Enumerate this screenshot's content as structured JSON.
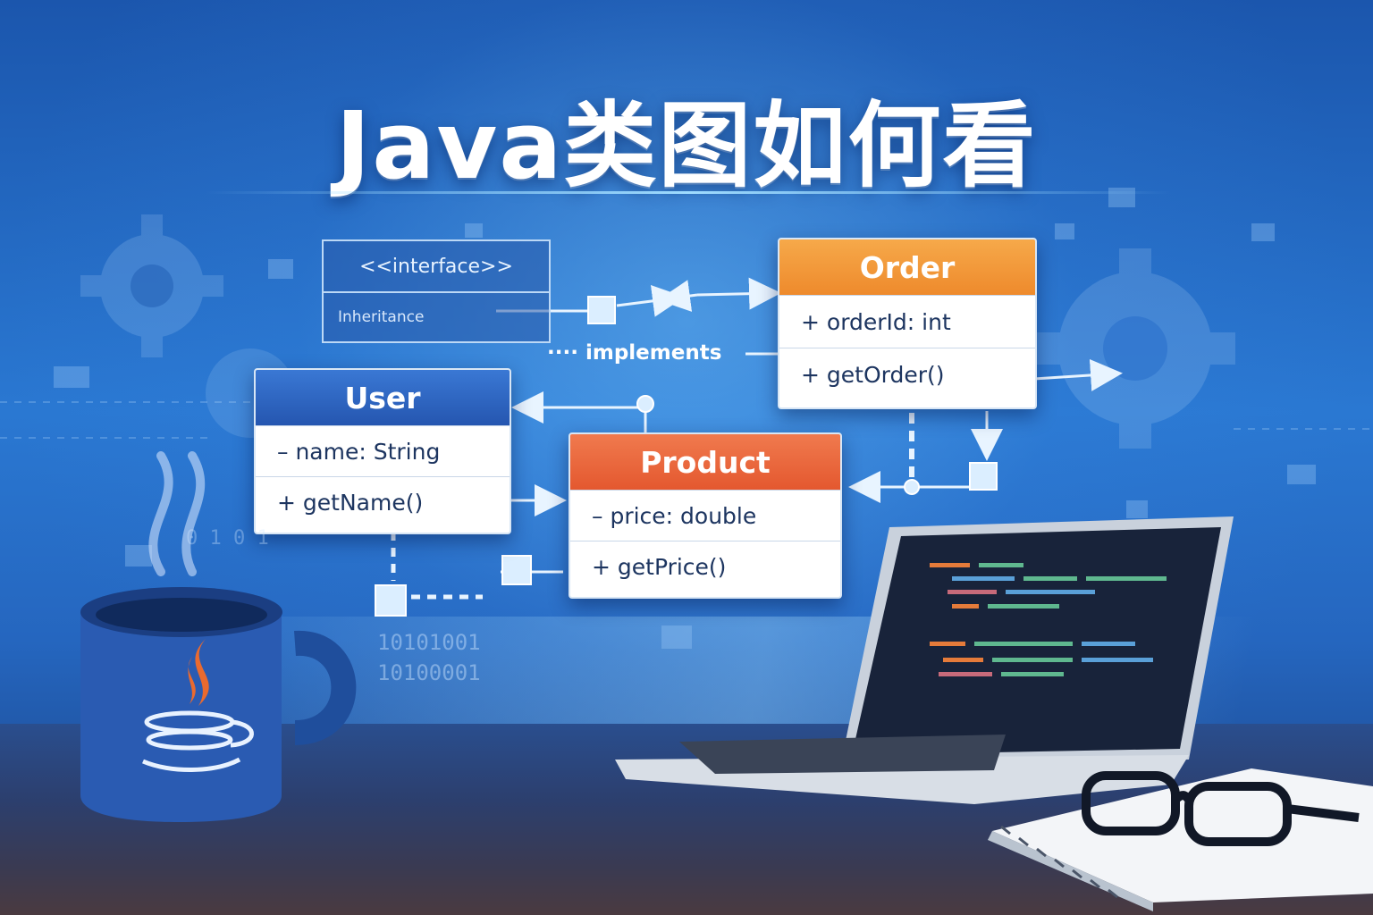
{
  "title": "Java类图如何看",
  "interface_box": {
    "stereotype": "<<interface>>",
    "label": "Inheritance"
  },
  "relation_label": "implements",
  "classes": {
    "user": {
      "name": "User",
      "attribute": "– name: String",
      "method": "+ getName()",
      "color": "#2f67c2"
    },
    "order": {
      "name": "Order",
      "attribute": "+ orderId: int",
      "method": "+ getOrder()",
      "color": "#f19a3a"
    },
    "product": {
      "name": "Product",
      "attribute": "– price: double",
      "method": "+ getPrice()",
      "color": "#ea6a3f"
    }
  },
  "binary_text": [
    "10101001",
    "10100001",
    "0 1 0 1"
  ],
  "colors": {
    "background": "#2a6fcc",
    "accent": "#9fdcff"
  },
  "icons": [
    "gear-icon",
    "coffee-mug-icon",
    "java-logo-icon",
    "laptop-icon",
    "notebook-icon",
    "glasses-icon"
  ]
}
